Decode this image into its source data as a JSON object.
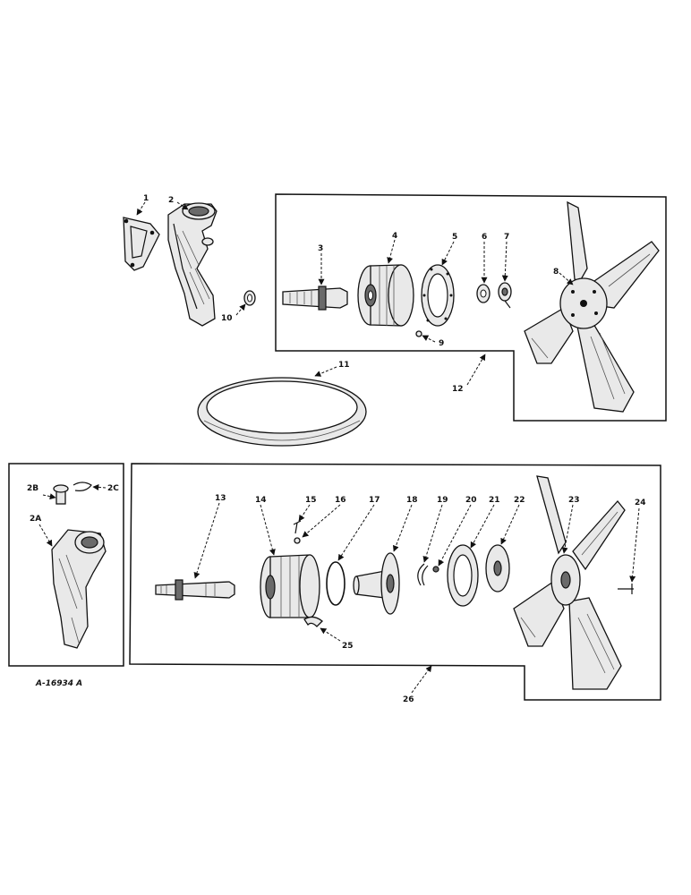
{
  "figure_code": "A-16934 A",
  "callouts": {
    "c1": "1",
    "c2": "2",
    "c3": "3",
    "c4": "4",
    "c5": "5",
    "c6": "6",
    "c7": "7",
    "c8": "8",
    "c9": "9",
    "c10": "10",
    "c11": "11",
    "c12": "12",
    "c13": "13",
    "c14": "14",
    "c15": "15",
    "c16": "16",
    "c17": "17",
    "c18": "18",
    "c19": "19",
    "c20": "20",
    "c21": "21",
    "c22": "22",
    "c23": "23",
    "c24": "24",
    "c25": "25",
    "c26": "26",
    "c2A": "2A",
    "c2B": "2B",
    "c2C": "2C"
  }
}
